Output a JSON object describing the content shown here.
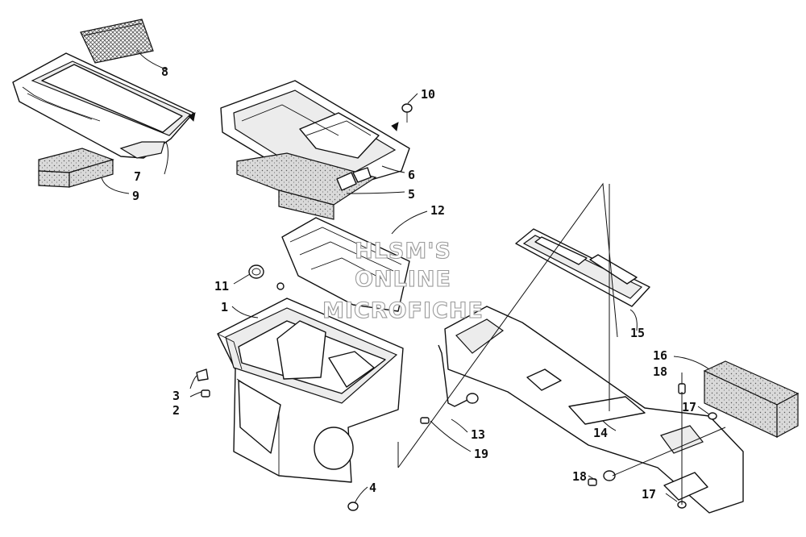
{
  "watermark": {
    "line1": "HLSM'S",
    "line2": "ONLINE",
    "line3": "MICROFICHE"
  },
  "callouts": [
    {
      "id": "1",
      "label": "1"
    },
    {
      "id": "2",
      "label": "2"
    },
    {
      "id": "3",
      "label": "3"
    },
    {
      "id": "4",
      "label": "4"
    },
    {
      "id": "5",
      "label": "5"
    },
    {
      "id": "6",
      "label": "6"
    },
    {
      "id": "7",
      "label": "7"
    },
    {
      "id": "8",
      "label": "8"
    },
    {
      "id": "9",
      "label": "9"
    },
    {
      "id": "10",
      "label": "10"
    },
    {
      "id": "11",
      "label": "11"
    },
    {
      "id": "12",
      "label": "12"
    },
    {
      "id": "13",
      "label": "13"
    },
    {
      "id": "14",
      "label": "14"
    },
    {
      "id": "15",
      "label": "15"
    },
    {
      "id": "16",
      "label": "16"
    },
    {
      "id": "17a",
      "label": "17"
    },
    {
      "id": "17b",
      "label": "17"
    },
    {
      "id": "18a",
      "label": "18"
    },
    {
      "id": "18b",
      "label": "18"
    },
    {
      "id": "19",
      "label": "19"
    }
  ],
  "colors": {
    "line": "#111111",
    "background": "#ffffff",
    "watermark_outline": "#9a9a9a"
  }
}
